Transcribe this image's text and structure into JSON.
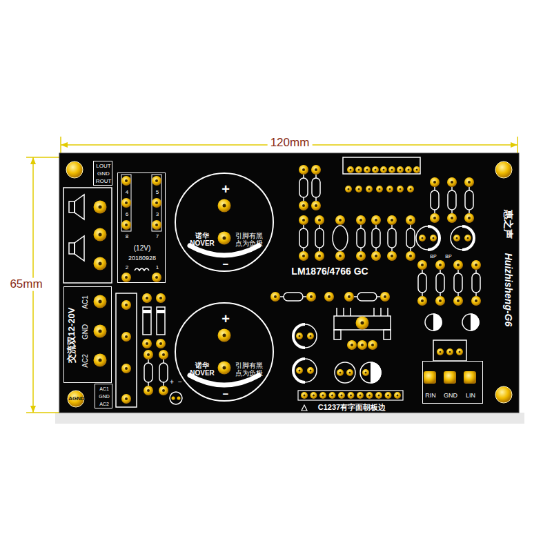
{
  "diagram": {
    "nodes": [
      {
        "text": [
          "LOUT",
          "GND",
          "ROUT"
        ]
      },
      {
        "text": [
          "(12V)",
          "20180928",
          "4",
          "6",
          "8",
          "5",
          "3",
          "7",
          "2",
          "1"
        ]
      },
      {
        "text": [
          "+",
          "诺华 NOVER",
          "引脚有黑 点为负极",
          "−"
        ]
      },
      {
        "text": [
          "交流双12-20V",
          "AC1",
          "GND",
          "AC2"
        ]
      },
      {
        "text": [
          "+",
          "诺华 NOVER",
          "引脚有黑 点为负极",
          "−"
        ]
      },
      {
        "text": [
          "AC1",
          "GND",
          "AC2"
        ]
      },
      {
        "text": [
          "RIN",
          "GND",
          "LIN"
        ]
      }
    ],
    "labels": [
      "120mm",
      "65mm",
      "LM1876/4766 GC",
      "惠之声",
      "Huizhisheng-G6",
      "BP",
      "BP",
      "+",
      "−",
      "AGND",
      "C1237有字面朝板边"
    ]
  }
}
